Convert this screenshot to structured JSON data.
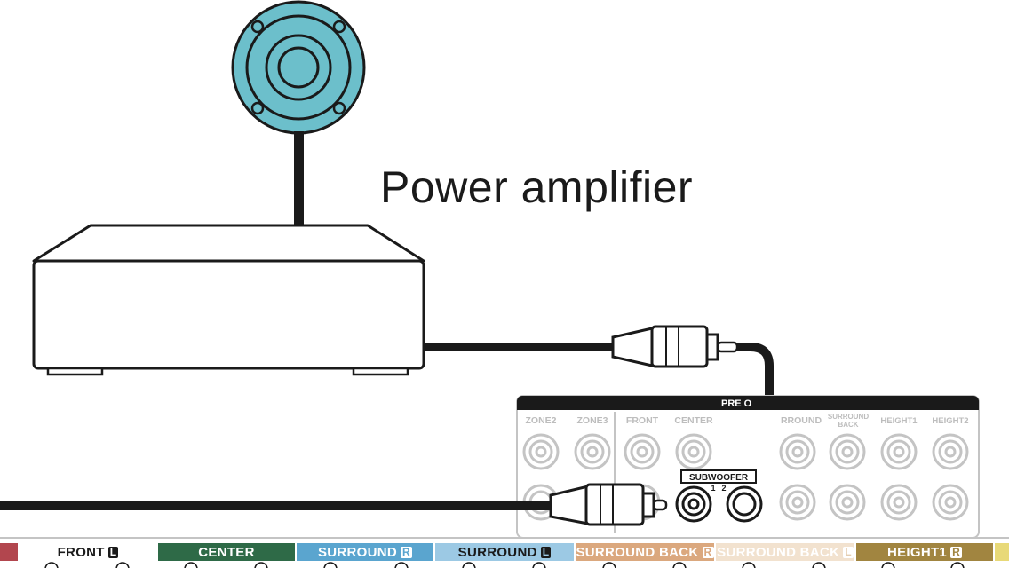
{
  "amplifier": {
    "label": "Power amplifier"
  },
  "receiver": {
    "header": "PRE O",
    "jacks": {
      "zone2": "ZONE2",
      "zone3": "ZONE3",
      "front": "FRONT",
      "center": "CENTER",
      "surround": "RROUND",
      "surround_back_1": "SURROUND",
      "surround_back_2": "BACK",
      "height1": "HEIGHT1",
      "height2": "HEIGHT2"
    },
    "subwoofer": {
      "label": "SUBWOOFER",
      "num1": "1",
      "num2": "2"
    }
  },
  "legend": [
    {
      "text": "FRONT",
      "badge": "L",
      "bg": "#ffffff",
      "fg": "#1a1a1a",
      "badge_bg": "#1a1a1a",
      "badge_fg": "#ffffff"
    },
    {
      "text": "CENTER",
      "badge": "",
      "bg": "#2e6a47",
      "fg": "#ffffff"
    },
    {
      "text": "SURROUND",
      "badge": "R",
      "bg": "#5aa5cf",
      "fg": "#ffffff",
      "badge_bg": "#ffffff",
      "badge_fg": "#5aa5cf"
    },
    {
      "text": "SURROUND",
      "badge": "L",
      "bg": "#9cc9e4",
      "fg": "#1a1a1a",
      "badge_bg": "#1a1a1a",
      "badge_fg": "#9cc9e4"
    },
    {
      "text": "SURROUND BACK",
      "badge": "R",
      "bg": "#dba87e",
      "fg": "#ffffff",
      "badge_bg": "#ffffff",
      "badge_fg": "#dba87e"
    },
    {
      "text": "SURROUND BACK",
      "badge": "L",
      "bg": "#f2e2cf",
      "fg": "#ffffff",
      "badge_bg": "#ffffff",
      "badge_fg": "#e4cdb1"
    },
    {
      "text": "HEIGHT1",
      "badge": "R",
      "bg": "#a18540",
      "fg": "#ffffff",
      "badge_bg": "#ffffff",
      "badge_fg": "#a18540"
    }
  ],
  "colors": {
    "speaker_fill": "#6cbfcb",
    "outline": "#1a1a1a",
    "panel_gray": "#c4c4c4",
    "left_strip": "#b2464e"
  }
}
